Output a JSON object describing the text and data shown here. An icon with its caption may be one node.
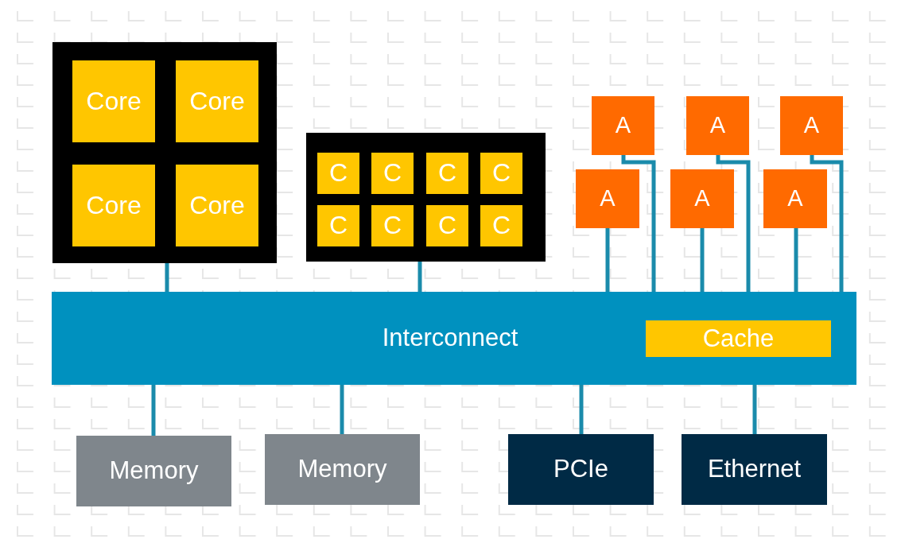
{
  "diagram": {
    "nodes": [
      {
        "text": [],
        "shape": "box"
      },
      {
        "text": [
          "Core"
        ],
        "in": 0
      },
      {
        "text": [
          "Core"
        ],
        "in": 0
      },
      {
        "text": [
          "Core"
        ],
        "in": 0
      },
      {
        "text": [
          "Core"
        ],
        "in": 0
      },
      {
        "text": [],
        "shape": "box"
      },
      {
        "text": [
          "C"
        ],
        "in": 5
      },
      {
        "text": [
          "C"
        ],
        "in": 5
      },
      {
        "text": [
          "C"
        ],
        "in": 5
      },
      {
        "text": [
          "C"
        ],
        "in": 5
      },
      {
        "text": [
          "C"
        ],
        "in": 5
      },
      {
        "text": [
          "C"
        ],
        "in": 5
      },
      {
        "text": [
          "C"
        ],
        "in": 5
      },
      {
        "text": [
          "C"
        ],
        "in": 5
      },
      {
        "text": [
          "A"
        ]
      },
      {
        "text": [
          "A"
        ]
      },
      {
        "text": [
          "A"
        ]
      },
      {
        "text": [
          "A"
        ]
      },
      {
        "text": [
          "A"
        ]
      },
      {
        "text": [
          "A"
        ]
      },
      {
        "text": [
          "Interconnect"
        ]
      },
      {
        "text": [
          "Cache"
        ],
        "in": 20
      },
      {
        "text": [
          "Memory"
        ]
      },
      {
        "text": [
          "Memory"
        ]
      },
      {
        "text": [
          "PCIe"
        ]
      },
      {
        "text": [
          "Ethernet"
        ]
      }
    ],
    "edges": [
      {
        "from": 0,
        "to": 20,
        "arrow": "none"
      },
      {
        "from": 5,
        "to": 20,
        "arrow": "none"
      },
      {
        "from": 14,
        "to": 20,
        "arrow": "none"
      },
      {
        "from": 15,
        "to": 20,
        "arrow": "none"
      },
      {
        "from": 16,
        "to": 20,
        "arrow": "none"
      },
      {
        "from": 17,
        "to": 20,
        "arrow": "none"
      },
      {
        "from": 18,
        "to": 20,
        "arrow": "none"
      },
      {
        "from": 19,
        "to": 20,
        "arrow": "none"
      },
      {
        "from": 20,
        "to": 22,
        "arrow": "none"
      },
      {
        "from": 20,
        "to": 23,
        "arrow": "none"
      },
      {
        "from": 20,
        "to": 24,
        "arrow": "none"
      },
      {
        "from": 20,
        "to": 25,
        "arrow": "none"
      }
    ]
  }
}
